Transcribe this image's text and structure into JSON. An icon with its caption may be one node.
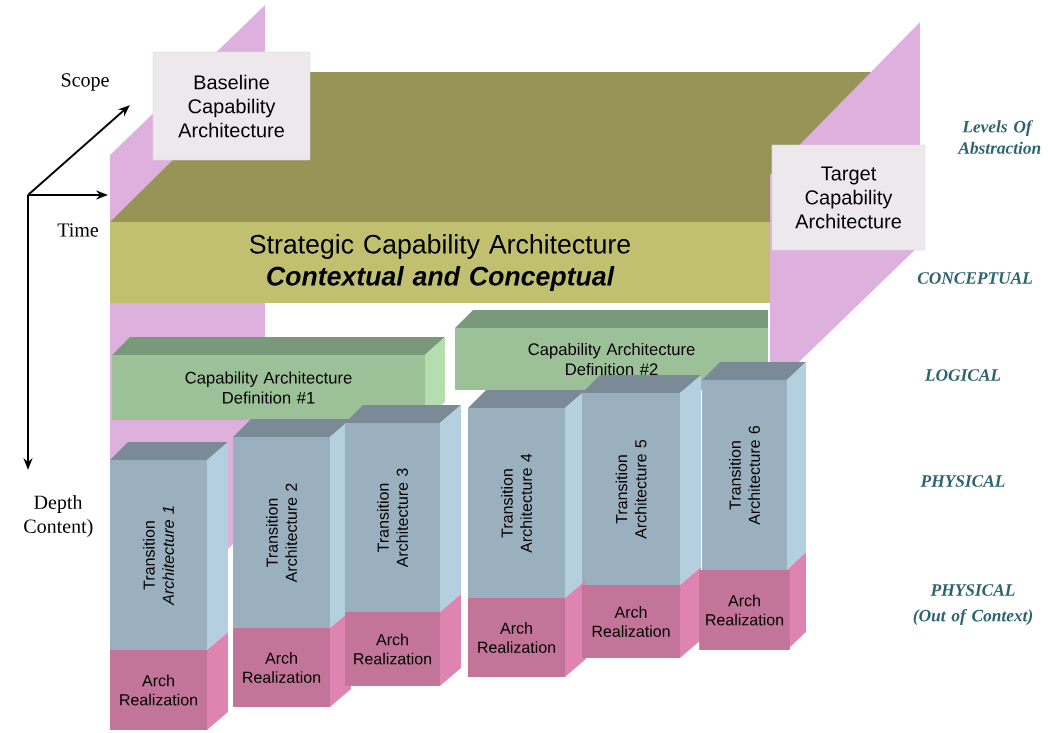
{
  "diagram": {
    "nodes": [
      {
        "text": [
          "Baseline Capability Architecture"
        ]
      },
      {
        "text": [
          "Target Capability Architecture"
        ]
      },
      {
        "text": [
          "Strategic Capability Architecture",
          "Contextual and Conceptual"
        ]
      },
      {
        "text": [
          "Capability Architecture Definition #1"
        ]
      },
      {
        "text": [
          "Capability Architecture Definition #2"
        ]
      },
      {
        "text": [
          "Transition *Architecture 1*"
        ]
      },
      {
        "text": [
          "Transition Architecture 2"
        ]
      },
      {
        "text": [
          "Transition Architecture 3"
        ]
      },
      {
        "text": [
          "Transition Architecture 4"
        ]
      },
      {
        "text": [
          "Transition Architecture 5"
        ]
      },
      {
        "text": [
          "Transition Architecture 6"
        ]
      },
      {
        "text": [
          "Arch Realization"
        ]
      },
      {
        "text": [
          "Arch Realization"
        ]
      },
      {
        "text": [
          "Arch Realization"
        ]
      },
      {
        "text": [
          "Arch Realization"
        ]
      },
      {
        "text": [
          "Arch Realization"
        ]
      },
      {
        "text": [
          "Arch Realization"
        ]
      }
    ],
    "labels": [
      "Scope",
      "Levels Of Abstraction",
      "Time",
      "CONCEPTUAL",
      "LOGICAL",
      "PHYSICAL",
      "Depth Content)",
      "PHYSICAL",
      "(Out of Context)"
    ]
  }
}
